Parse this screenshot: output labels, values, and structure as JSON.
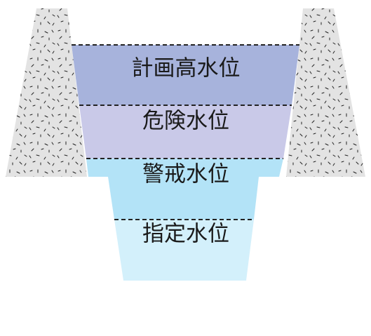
{
  "diagram": {
    "levels": [
      {
        "label": "計画高水位",
        "color": "#a7b3dc"
      },
      {
        "label": "危険水位",
        "color": "#c9c9e8"
      },
      {
        "label": "警戒水位",
        "color": "#b3e3f7"
      },
      {
        "label": "指定水位",
        "color": "#d3f0fb"
      }
    ],
    "colors": {
      "embankment_fill": "#e3e3e3",
      "speckle": "#222222",
      "dashed_line": "#222222"
    }
  }
}
